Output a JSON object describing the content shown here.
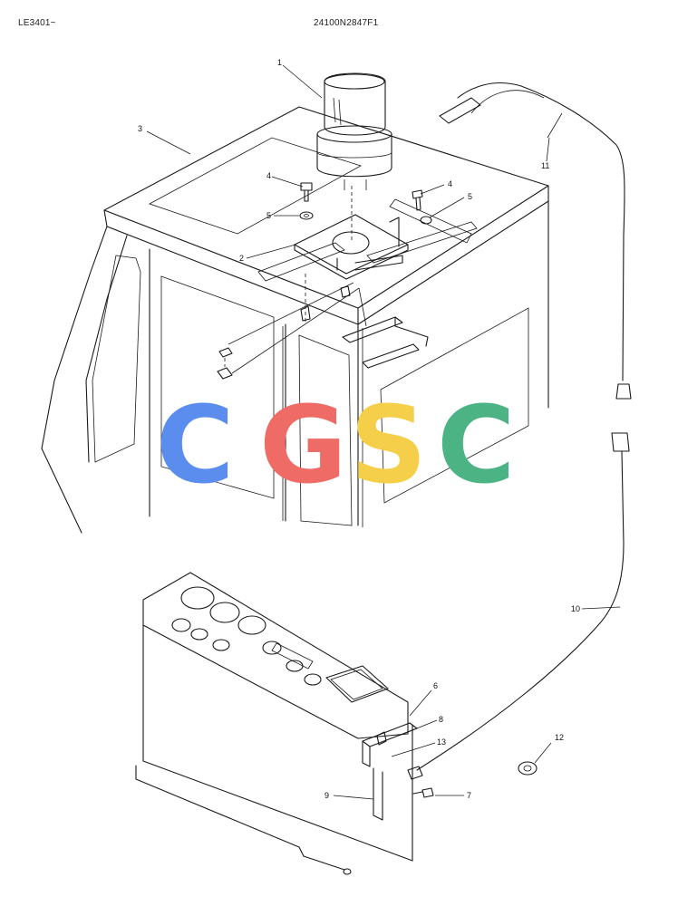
{
  "header": {
    "code_left": "LE3401~",
    "code_center": "24100N2847F1"
  },
  "watermark": {
    "letters": [
      {
        "char": "C",
        "color": "#5b8def"
      },
      {
        "char": "G",
        "color": "#ee6b66"
      },
      {
        "char": "S",
        "color": "#f5cf4a"
      },
      {
        "char": "C",
        "color": "#4bb384"
      }
    ]
  },
  "callouts": {
    "c1": "1",
    "c2": "2",
    "c3": "3",
    "c4a": "4",
    "c4b": "4",
    "c5a": "5",
    "c5b": "5",
    "c6": "6",
    "c7": "7",
    "c8": "8",
    "c9": "9",
    "c10": "10",
    "c11": "11",
    "c12": "12",
    "c13": "13"
  },
  "parts_icons": [
    "beacon-lamp",
    "mounting-bracket",
    "cab",
    "bolt",
    "washer",
    "harness",
    "clip",
    "switch-bracket"
  ]
}
